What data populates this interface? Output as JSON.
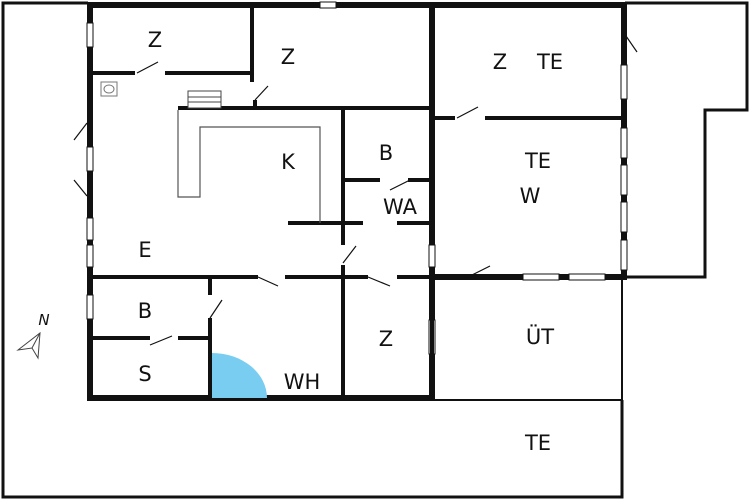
{
  "rooms": [
    {
      "id": "z1",
      "label": "Z"
    },
    {
      "id": "z2",
      "label": "Z"
    },
    {
      "id": "z3",
      "label": "Z"
    },
    {
      "id": "te1",
      "label": "TE"
    },
    {
      "id": "k",
      "label": "K"
    },
    {
      "id": "b1",
      "label": "B"
    },
    {
      "id": "wa",
      "label": "WA"
    },
    {
      "id": "te2",
      "label": "TE"
    },
    {
      "id": "w",
      "label": "W"
    },
    {
      "id": "e",
      "label": "E"
    },
    {
      "id": "b2",
      "label": "B"
    },
    {
      "id": "s",
      "label": "S"
    },
    {
      "id": "wh",
      "label": "WH"
    },
    {
      "id": "z4",
      "label": "Z"
    },
    {
      "id": "ut",
      "label": "ÜT"
    },
    {
      "id": "te3",
      "label": "TE"
    }
  ],
  "compass": {
    "label": "N"
  },
  "colors": {
    "wall": "#111111",
    "shower": "#79cdf0"
  }
}
